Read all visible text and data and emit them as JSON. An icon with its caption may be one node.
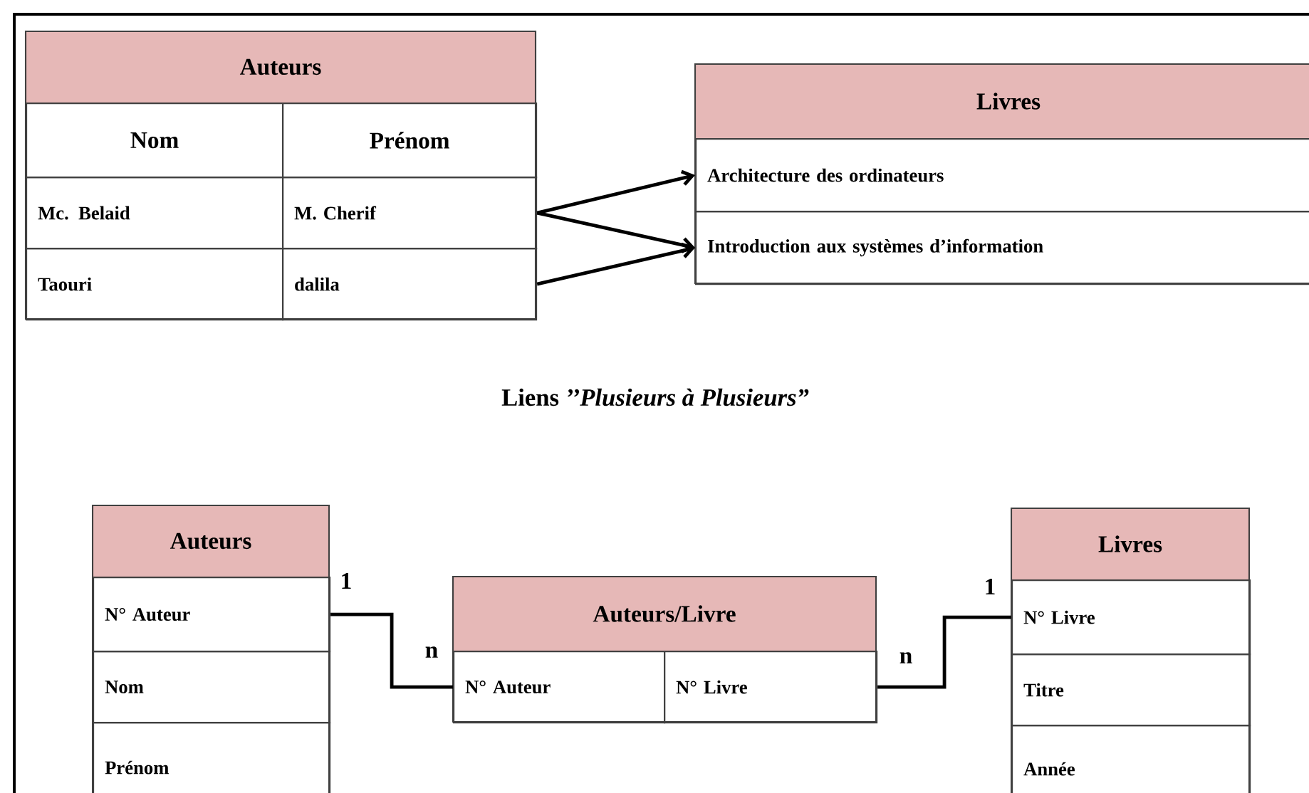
{
  "diagram": {
    "title": "Liens *’’Plusieurs à Plusieurs”*",
    "nodes": [
      {
        "text": [
          "Auteurs"
        ]
      },
      {
        "text": [
          "Nom"
        ],
        "in": 0
      },
      {
        "text": [
          "Prénom"
        ],
        "in": 0
      },
      {
        "text": [
          "Mc. Belaid"
        ],
        "in": 0
      },
      {
        "text": [
          "M. Cherif"
        ],
        "in": 0
      },
      {
        "text": [
          "Taouri"
        ],
        "in": 0
      },
      {
        "text": [
          "dalila"
        ],
        "in": 0
      },
      {
        "text": [
          "Livres"
        ]
      },
      {
        "text": [
          "Architecture des ordinateurs"
        ],
        "in": 7
      },
      {
        "text": [
          "Introduction aux systèmes d’information"
        ],
        "in": 7
      },
      {
        "text": [
          "Auteurs"
        ]
      },
      {
        "text": [
          "N° Auteur"
        ],
        "in": 10
      },
      {
        "text": [
          "Nom"
        ],
        "in": 10
      },
      {
        "text": [
          "Prénom"
        ],
        "in": 10
      },
      {
        "text": [
          "Auteurs/Livre"
        ]
      },
      {
        "text": [
          "N° Auteur"
        ],
        "in": 14
      },
      {
        "text": [
          "N° Livre"
        ],
        "in": 14
      },
      {
        "text": [
          "Livres"
        ]
      },
      {
        "text": [
          "N° Livre"
        ],
        "in": 17
      },
      {
        "text": [
          "Titre"
        ],
        "in": 17
      },
      {
        "text": [
          "Année"
        ],
        "in": 17
      }
    ],
    "edges": [
      {
        "from": 4,
        "to": 8,
        "arrow": "to"
      },
      {
        "from": 4,
        "to": 9,
        "arrow": "to"
      },
      {
        "from": 6,
        "to": 9,
        "arrow": "to"
      },
      {
        "from": 11,
        "to": 15,
        "arrow": "none"
      },
      {
        "from": 16,
        "to": 18,
        "arrow": "none"
      }
    ],
    "labels": [
      "1",
      "n",
      "n",
      "1"
    ]
  }
}
